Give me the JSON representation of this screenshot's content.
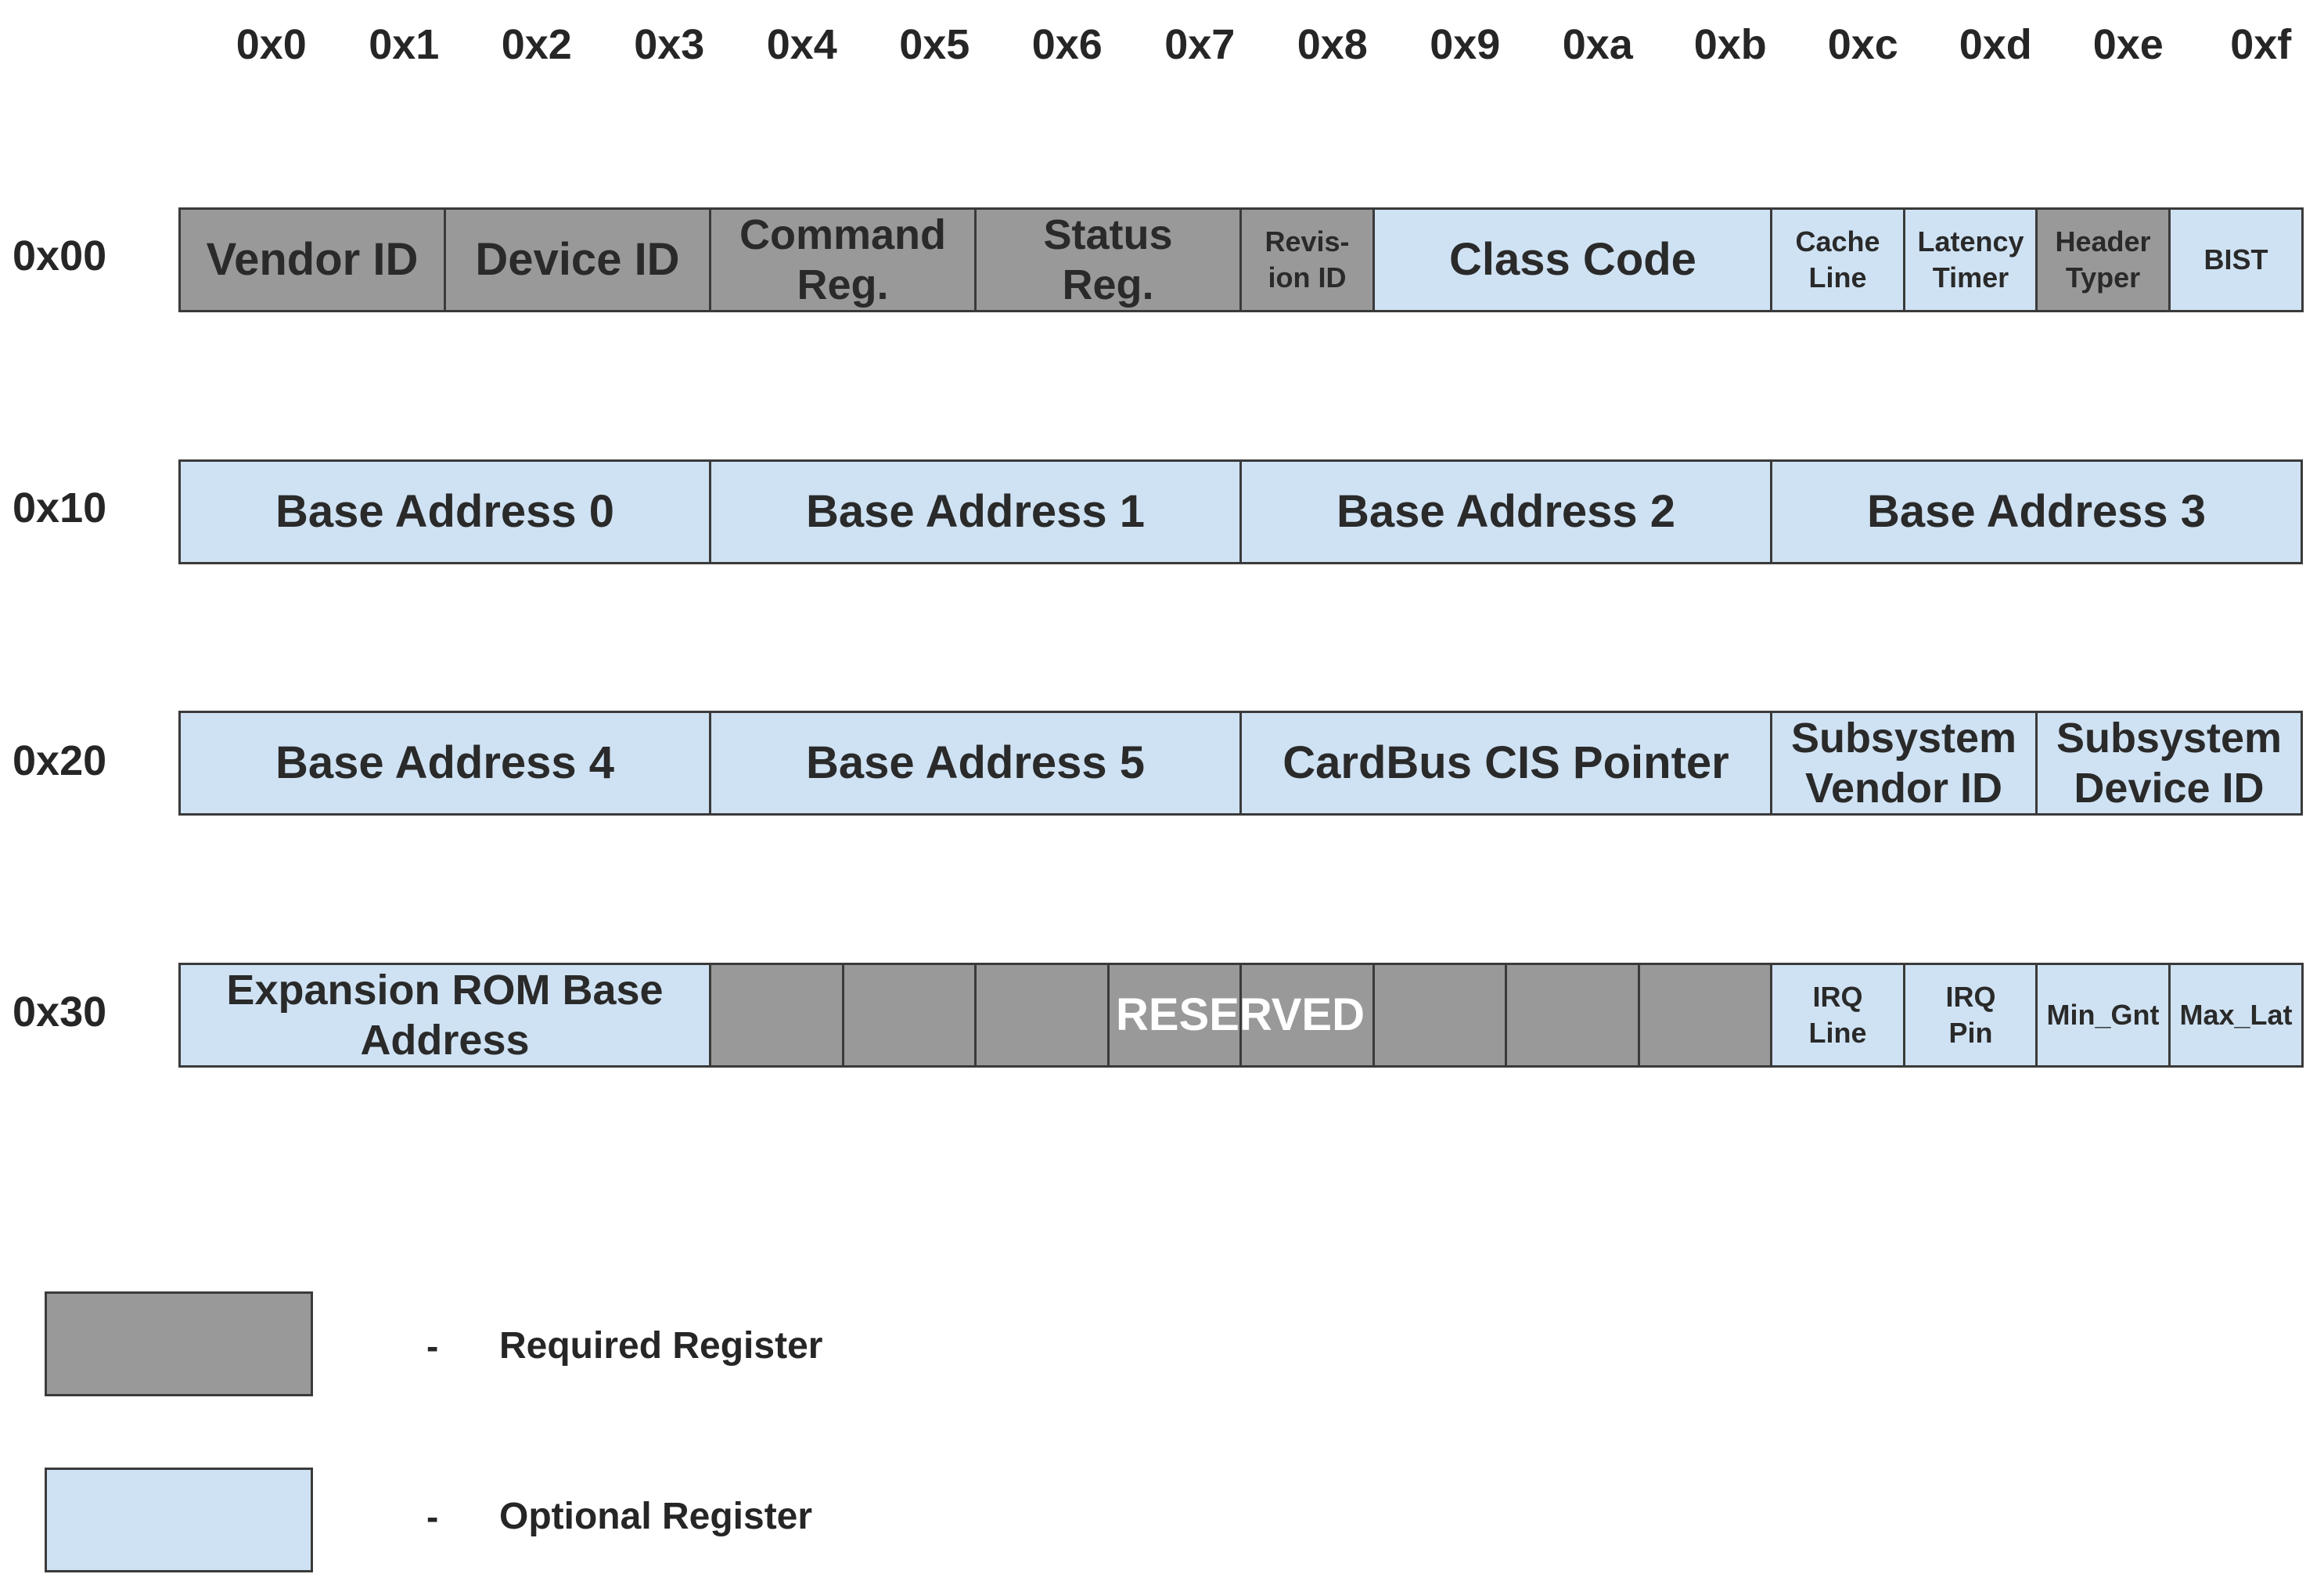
{
  "colors": {
    "required": "#999999",
    "optional": "#cfe2f3",
    "border": "#3a3a3a",
    "reserved_text": "#ffffff"
  },
  "columns": [
    "0x0",
    "0x1",
    "0x2",
    "0x3",
    "0x4",
    "0x5",
    "0x6",
    "0x7",
    "0x8",
    "0x9",
    "0xa",
    "0xb",
    "0xc",
    "0xd",
    "0xe",
    "0xf"
  ],
  "rows": [
    {
      "offset": "0x00",
      "fields": [
        {
          "label": "Vendor ID",
          "kind": "required",
          "span": 2
        },
        {
          "label": "Device ID",
          "kind": "required",
          "span": 2
        },
        {
          "label": "Command\nReg.",
          "kind": "required",
          "span": 2
        },
        {
          "label": "Status\nReg.",
          "kind": "required",
          "span": 2
        },
        {
          "label": "Revis-\nion ID",
          "kind": "required",
          "span": 1
        },
        {
          "label": "Class Code",
          "kind": "optional",
          "span": 3
        },
        {
          "label": "Cache\nLine",
          "kind": "optional",
          "span": 1
        },
        {
          "label": "Latency\nTimer",
          "kind": "optional",
          "span": 1
        },
        {
          "label": "Header\nTyper",
          "kind": "required",
          "span": 1
        },
        {
          "label": "BIST",
          "kind": "optional",
          "span": 1
        }
      ]
    },
    {
      "offset": "0x10",
      "fields": [
        {
          "label": "Base Address 0",
          "kind": "optional",
          "span": 4
        },
        {
          "label": "Base Address 1",
          "kind": "optional",
          "span": 4
        },
        {
          "label": "Base Address 2",
          "kind": "optional",
          "span": 4
        },
        {
          "label": "Base Address 3",
          "kind": "optional",
          "span": 4
        }
      ]
    },
    {
      "offset": "0x20",
      "fields": [
        {
          "label": "Base Address 4",
          "kind": "optional",
          "span": 4
        },
        {
          "label": "Base Address 5",
          "kind": "optional",
          "span": 4
        },
        {
          "label": "CardBus CIS Pointer",
          "kind": "optional",
          "span": 4
        },
        {
          "label": "Subsystem\nVendor ID",
          "kind": "optional",
          "span": 2
        },
        {
          "label": "Subsystem\nDevice ID",
          "kind": "optional",
          "span": 2
        }
      ]
    },
    {
      "offset": "0x30",
      "fields": [
        {
          "label": "Expansion ROM Base\nAddress",
          "kind": "optional",
          "span": 4
        },
        {
          "label": "",
          "kind": "required",
          "span": 1
        },
        {
          "label": "",
          "kind": "required",
          "span": 1
        },
        {
          "label": "",
          "kind": "required",
          "span": 1
        },
        {
          "label": "",
          "kind": "required",
          "span": 1
        },
        {
          "label": "",
          "kind": "required",
          "span": 1
        },
        {
          "label": "",
          "kind": "required",
          "span": 1
        },
        {
          "label": "",
          "kind": "required",
          "span": 1
        },
        {
          "label": "",
          "kind": "required",
          "span": 1
        },
        {
          "label": "IRQ\nLine",
          "kind": "optional",
          "span": 1
        },
        {
          "label": "IRQ\nPin",
          "kind": "optional",
          "span": 1
        },
        {
          "label": "Min_Gnt",
          "kind": "optional",
          "span": 1
        },
        {
          "label": "Max_Lat",
          "kind": "optional",
          "span": 1
        }
      ]
    }
  ],
  "reserved_label": "RESERVED",
  "legend": [
    {
      "dash": "-",
      "label": "Required Register",
      "kind": "required"
    },
    {
      "dash": "-",
      "label": "Optional Register",
      "kind": "optional"
    }
  ]
}
